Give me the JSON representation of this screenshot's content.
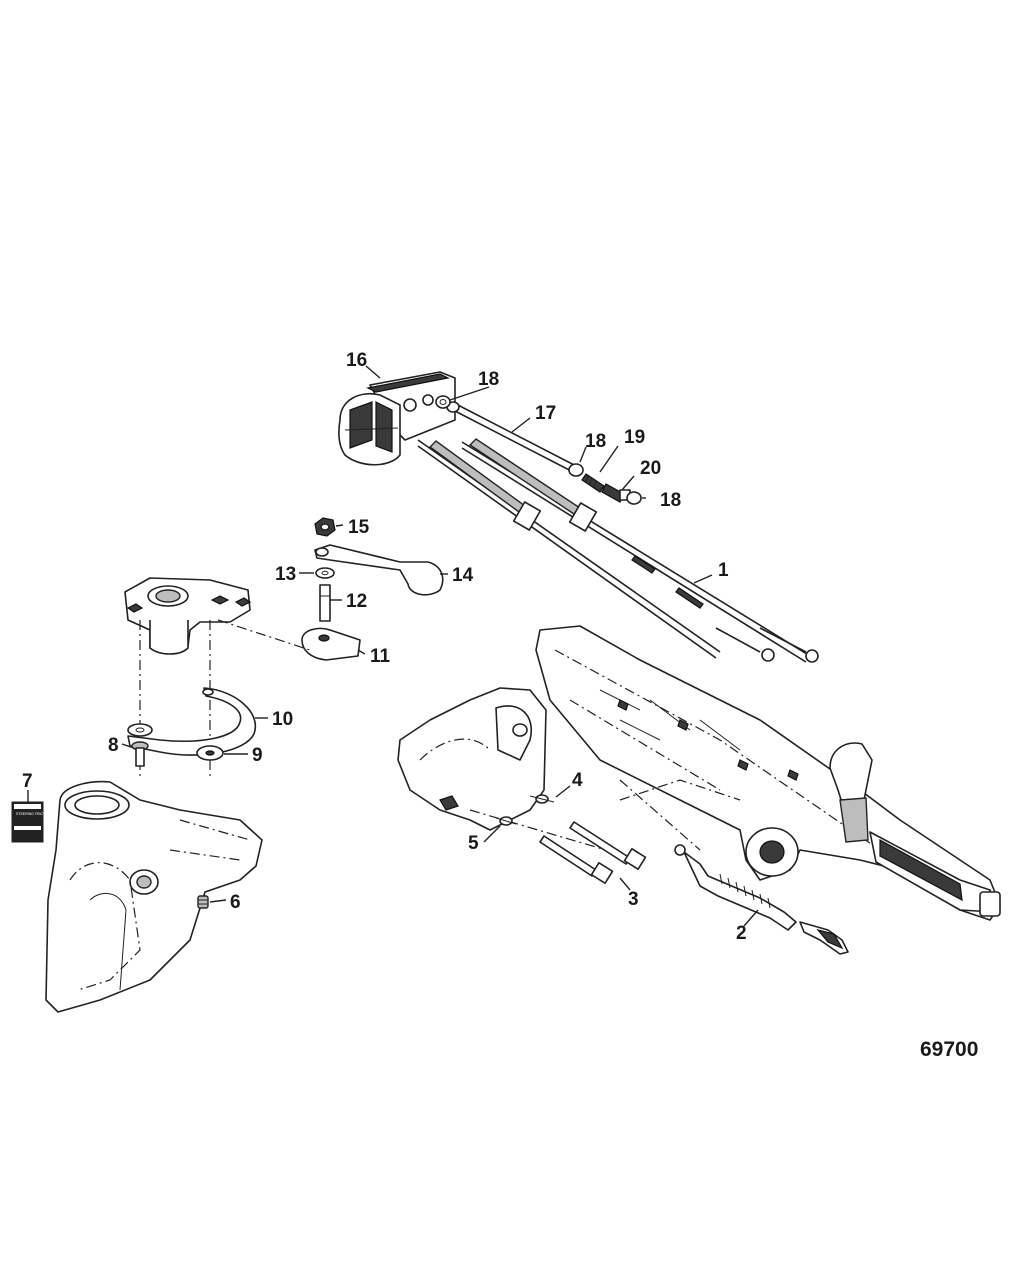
{
  "drawing_number": "69700",
  "decal": {
    "lines": [
      "WARNING",
      "STEERING FRICTION",
      "WARNING",
      "CAUTION"
    ]
  },
  "callouts": [
    {
      "id": "c1",
      "text": "1"
    },
    {
      "id": "c2",
      "text": "2"
    },
    {
      "id": "c3",
      "text": "3"
    },
    {
      "id": "c4",
      "text": "4"
    },
    {
      "id": "c5",
      "text": "5"
    },
    {
      "id": "c6",
      "text": "6"
    },
    {
      "id": "c7",
      "text": "7"
    },
    {
      "id": "c8",
      "text": "8"
    },
    {
      "id": "c9",
      "text": "9"
    },
    {
      "id": "c10",
      "text": "10"
    },
    {
      "id": "c11",
      "text": "11"
    },
    {
      "id": "c12",
      "text": "12"
    },
    {
      "id": "c13",
      "text": "13"
    },
    {
      "id": "c14",
      "text": "14"
    },
    {
      "id": "c15",
      "text": "15"
    },
    {
      "id": "c16",
      "text": "16"
    },
    {
      "id": "c17",
      "text": "17"
    },
    {
      "id": "c18a",
      "text": "18"
    },
    {
      "id": "c18b",
      "text": "18"
    },
    {
      "id": "c18c",
      "text": "18"
    },
    {
      "id": "c19",
      "text": "19"
    },
    {
      "id": "c20",
      "text": "20"
    }
  ]
}
